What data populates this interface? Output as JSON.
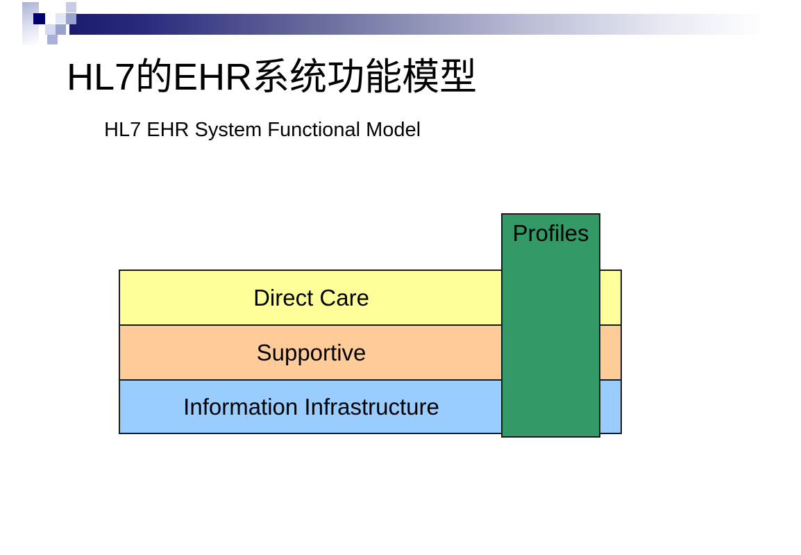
{
  "slide": {
    "title": "HL7的EHR系统功能模型",
    "subtitle": "HL7 EHR System Functional Model"
  },
  "diagram": {
    "overlay": {
      "label": "Profiles",
      "color": "#339966"
    },
    "layers": [
      {
        "label": "Direct Care",
        "color": "#FFFF99"
      },
      {
        "label": "Supportive",
        "color": "#FFCC99"
      },
      {
        "label": "Information Infrastructure",
        "color": "#99CCFF"
      }
    ],
    "border_color": "#1A1A1A"
  },
  "decoration": {
    "accent_navy": "#00006E",
    "bar_gradient_start": "#1B1B6E",
    "bar_gradient_end": "#FFFFFF"
  }
}
